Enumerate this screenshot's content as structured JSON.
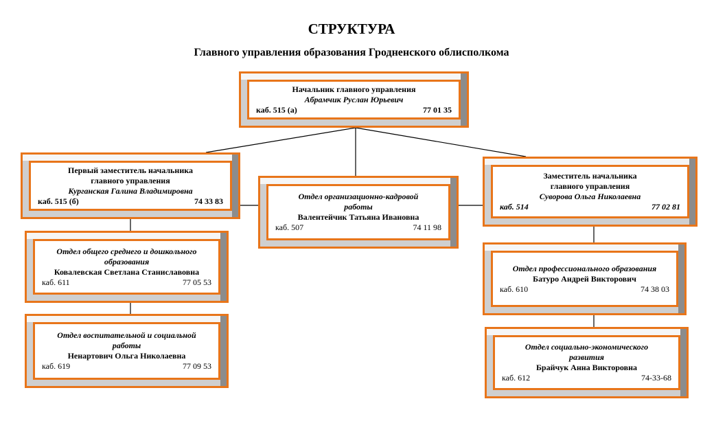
{
  "title": "СТРУКТУРА",
  "subtitle": "Главного управления образования Гродненского облисполкома",
  "head": {
    "position": "Начальник главного управления",
    "name": "Абрамчик Руслан Юрьевич",
    "room": "каб. 515 (а)",
    "phone": "77 01 35"
  },
  "deputy_first": {
    "position_1": "Первый заместитель начальника",
    "position_2": "главного управления",
    "name": "Курганская Галина Владимировна",
    "room": "каб. 515 (б)",
    "phone": "74 33 83"
  },
  "deputy": {
    "position_1": "Заместитель начальника",
    "position_2": "главного управления",
    "name": "Суворова Ольга Николаевна",
    "room": "каб. 514",
    "phone": "77 02 81"
  },
  "dept_hr": {
    "title_1": "Отдел организационно-кадровой",
    "title_2": "работы",
    "name": "Валентейчик Татьяна Ивановна",
    "room": "каб. 507",
    "phone": "74 11 98"
  },
  "dept_general": {
    "title_1": "Отдел общего среднего и дошкольного",
    "title_2": "образования",
    "name": "Ковалевская Светлана Станиславовна",
    "room": "каб. 611",
    "phone": "77 05 53"
  },
  "dept_upbringing": {
    "title_1": "Отдел воспитательной и социальной",
    "title_2": "работы",
    "name": "Ненартович Ольга Николаевна",
    "room": "каб. 619",
    "phone": "77 09 53"
  },
  "dept_professional": {
    "title_1": "Отдел профессионального образования",
    "name": "Батуро Андрей Викторович",
    "room": "каб. 610",
    "phone": "74 38 03"
  },
  "dept_socioeconomic": {
    "title_1": "Отдел социально-экономического",
    "title_2": "развития",
    "name": "Брайчук Анна Викторовна",
    "room": "каб. 612",
    "phone": "74-33-68"
  },
  "colors": {
    "frame": "#e8751a",
    "bevel_light": "#f6f6f6",
    "bevel_dark": "#8c8c8c",
    "bevel_mid": "#cfcfcf"
  }
}
